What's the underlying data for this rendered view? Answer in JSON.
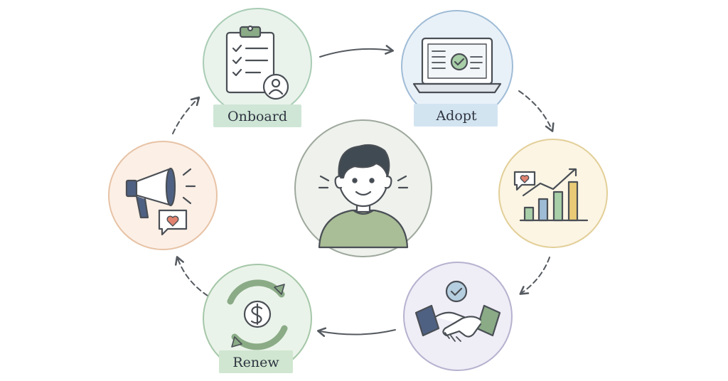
{
  "colors": {
    "stroke": "#4a4f55",
    "arrow": "#555a60",
    "onboard_fill": "#e9f3ec",
    "onboard_ring": "#a9ccb4",
    "adopt_fill": "#e9f1f8",
    "adopt_ring": "#9fbcd6",
    "grow_fill": "#fcf5e4",
    "grow_ring": "#e2cf98",
    "expand_fill": "#efedf6",
    "expand_ring": "#b6b2cf",
    "renew_fill": "#eaf3ea",
    "renew_ring": "#a5c7a8",
    "advocate_fill": "#fcefe6",
    "advocate_ring": "#e7c3a6",
    "center_fill": "#eef1ec",
    "center_ring": "#9ea89c",
    "green_accent": "#8aab86",
    "heart": "#e0826f",
    "navy": "#4f6183"
  },
  "nodes": {
    "onboard": {
      "label": "Onboard",
      "icon": "clipboard-checklist-icon"
    },
    "adopt": {
      "label": "Adopt",
      "icon": "laptop-check-icon"
    },
    "grow": {
      "icon": "growth-chart-heart-icon"
    },
    "expand": {
      "icon": "handshake-icon"
    },
    "renew": {
      "label": "Renew",
      "icon": "dollar-cycle-icon"
    },
    "advocate": {
      "icon": "megaphone-heart-icon"
    },
    "center": {
      "icon": "customer-avatar-icon"
    }
  }
}
